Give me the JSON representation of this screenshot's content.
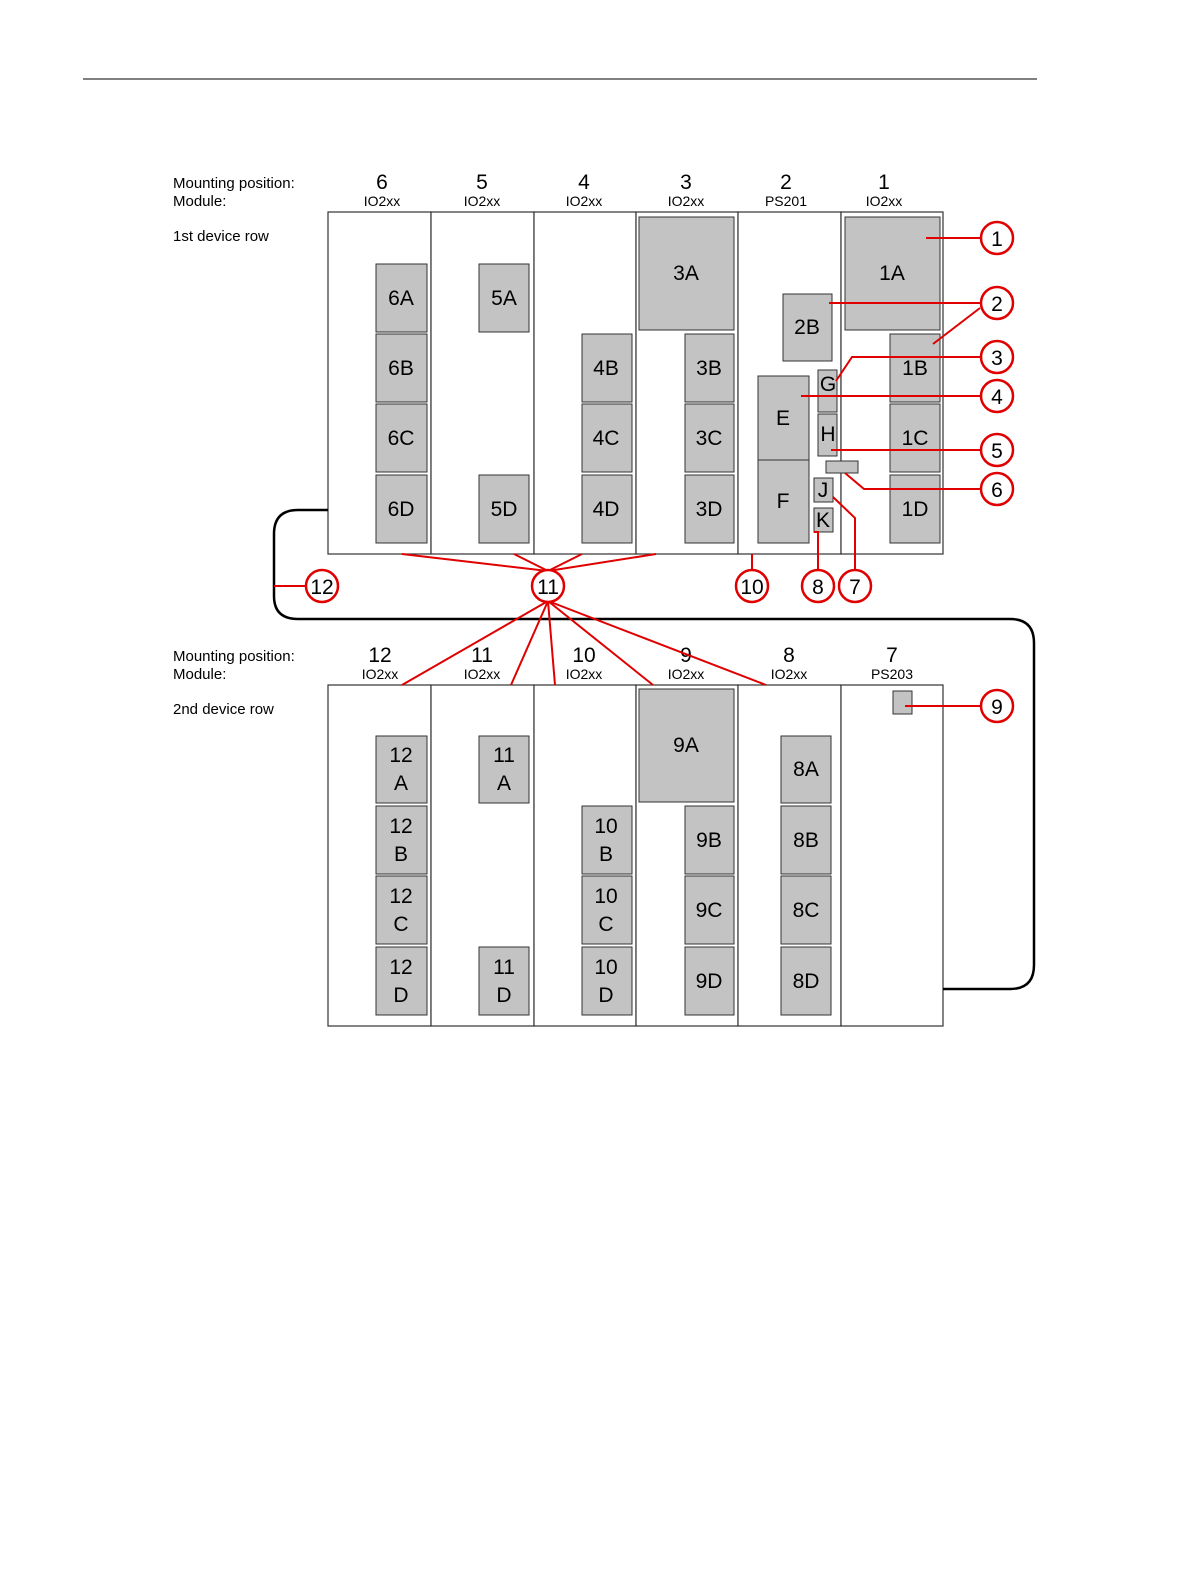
{
  "header_labels": {
    "mounting_position": "Mounting position:",
    "module": "Module:",
    "row1": "1st device row",
    "row2": "2nd device row"
  },
  "row1_positions": [
    {
      "pos": "6",
      "module": "IO2xx"
    },
    {
      "pos": "5",
      "module": "IO2xx"
    },
    {
      "pos": "4",
      "module": "IO2xx"
    },
    {
      "pos": "3",
      "module": "IO2xx"
    },
    {
      "pos": "2",
      "module": "PS201"
    },
    {
      "pos": "1",
      "module": "IO2xx"
    }
  ],
  "row2_positions": [
    {
      "pos": "12",
      "module": "IO2xx"
    },
    {
      "pos": "11",
      "module": "IO2xx"
    },
    {
      "pos": "10",
      "module": "IO2xx"
    },
    {
      "pos": "9",
      "module": "IO2xx"
    },
    {
      "pos": "8",
      "module": "IO2xx"
    },
    {
      "pos": "7",
      "module": "PS203"
    }
  ],
  "row1_slots": {
    "6A": [
      "6A"
    ],
    "6B": [
      "6B"
    ],
    "6C": [
      "6C"
    ],
    "6D": [
      "6D"
    ],
    "5A": [
      "5A"
    ],
    "5D": [
      "5D"
    ],
    "4B": [
      "4B"
    ],
    "4C": [
      "4C"
    ],
    "4D": [
      "4D"
    ],
    "3A": [
      "3A"
    ],
    "3B": [
      "3B"
    ],
    "3C": [
      "3C"
    ],
    "3D": [
      "3D"
    ],
    "2B": [
      "2B"
    ],
    "E": [
      "E"
    ],
    "F": [
      "F"
    ],
    "G": [
      "G"
    ],
    "H": [
      "H"
    ],
    "J": [
      "J"
    ],
    "K": [
      "K"
    ],
    "1A": [
      "1A"
    ],
    "1B": [
      "1B"
    ],
    "1C": [
      "1C"
    ],
    "1D": [
      "1D"
    ]
  },
  "row2_slots": {
    "12A": [
      "12",
      "A"
    ],
    "12B": [
      "12",
      "B"
    ],
    "12C": [
      "12",
      "C"
    ],
    "12D": [
      "12",
      "D"
    ],
    "11A": [
      "11",
      "A"
    ],
    "11D": [
      "11",
      "D"
    ],
    "10B": [
      "10",
      "B"
    ],
    "10C": [
      "10",
      "C"
    ],
    "10D": [
      "10",
      "D"
    ],
    "9A": [
      "9A"
    ],
    "9B": [
      "9B"
    ],
    "9C": [
      "9C"
    ],
    "9D": [
      "9D"
    ],
    "8A": [
      "8A"
    ],
    "8B": [
      "8B"
    ],
    "8C": [
      "8C"
    ],
    "8D": [
      "8D"
    ]
  },
  "callouts": [
    "1",
    "2",
    "3",
    "4",
    "5",
    "6",
    "7",
    "8",
    "9",
    "10",
    "11",
    "12"
  ],
  "colors": {
    "slot_fill": "#c3c3c3",
    "callout": "#e00000",
    "cable": "#000000"
  }
}
